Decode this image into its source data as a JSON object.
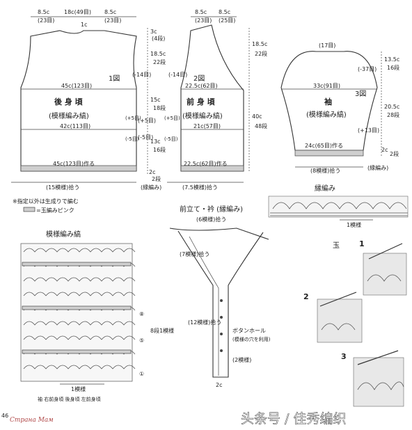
{
  "page_number": "46",
  "back": {
    "top": [
      "8.5c",
      "(23目)",
      "18c(49目)",
      "8.5c",
      "(23目)",
      "1c"
    ],
    "right_side": [
      "3c",
      "(4段)",
      "18.5c",
      "22段",
      "(-14目)",
      "15c",
      "18段",
      "(+5目)",
      "13c",
      "16段",
      "(-5目)",
      "2c",
      "2段"
    ],
    "figure": "1図",
    "title": "後 身 頃",
    "subtitle": "(模様編み縞)",
    "width_upper": "45c(123目)",
    "width_mid": "42c(113目)",
    "plus5": "(+5目)",
    "minus5": "(-5目)",
    "cast_on": "45c(123目)作る",
    "bottom": "(15模様)拾う"
  },
  "front": {
    "top": [
      "8.5c",
      "(23目)",
      "8.5c",
      "(25目)"
    ],
    "right_side": [
      "18.5c",
      "22段",
      "40c",
      "48段"
    ],
    "figure": "2図",
    "title": "前 身 頃",
    "subtitle": "(模様編み縞)",
    "minus14": "(-14目)",
    "width_upper": "22.5c(62目)",
    "width_mid": "21c(57目)",
    "plus5": "(+5目)",
    "minus5": "(-5目)",
    "cast_on": "22.5c(62目)作る",
    "bottom": "(7.5模様)拾う",
    "edge": "(縁編み)"
  },
  "sleeve": {
    "top": "(17目)",
    "right_side": [
      "13.5c",
      "16段",
      "(-37目)",
      "20.5c",
      "28段",
      "(+13目)",
      "2c",
      "2段"
    ],
    "width": "33c(91目)",
    "figure": "3図",
    "title": "袖",
    "subtitle": "(模様編み縞)",
    "cast_on": "24c(65目)作る",
    "bottom": "(8模様)拾う",
    "edge": "(縁編み)"
  },
  "notes": [
    "※指定以外は生成りで編む",
    "=玉編みピンク"
  ],
  "edging": {
    "title": "縁編み",
    "repeat": "1模様"
  },
  "collar": {
    "title": "前立て・衿 (縁編み)",
    "pickup_top": "(6模様)拾う",
    "pickup_side": "(7模様)拾う",
    "pickup_front": "(12模様)拾う",
    "buttonhole": "ボタンホール",
    "buttonhole_note": "(模様の穴を利用)",
    "pickup_bottom": "(2模様)",
    "width": "2c"
  },
  "pattern": {
    "title": "模様編み縞",
    "repeat": "8段1模様",
    "rows": [
      "⑧",
      "⑤",
      "①"
    ],
    "bottom_repeat": "1模様",
    "footer": "袖  右前身頃  後身頃  左前身頃"
  },
  "steps": [
    "1",
    "2",
    "3"
  ],
  "step_title": "玉",
  "watermark": "头条号 / 佳秀编织",
  "logo": "Страна Мам"
}
